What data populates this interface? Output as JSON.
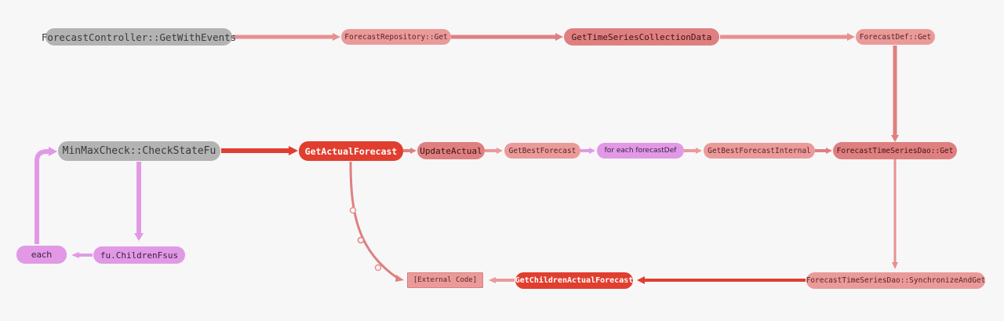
{
  "nodes": {
    "forecast_controller": "ForecastController::GetWithEvents",
    "forecast_repository": "ForecastRepository::Get",
    "get_time_series_collection_data": "GetTimeSeriesCollectionData",
    "forecast_def_get": "ForecastDef::Get",
    "minmax_check": "MinMaxCheck::CheckStateFu",
    "get_actual_forecast": "GetActualForecast",
    "update_actual": "UpdateActual",
    "get_best_forecast": "GetBestForecast",
    "for_each_forecast_def": "for each forecastDef",
    "get_best_forecast_internal": "GetBestForecastInternal",
    "forecast_time_series_dao_get": "ForecastTimeSeriesDao::Get",
    "each": "each",
    "fu_children_fsus": "fu.ChildrenFsus",
    "external_code": "[External Code]",
    "get_children_actual_forecast": "GetChildrenActualForecast",
    "forecast_time_series_dao_sync": "ForecastTimeSeriesDao::SynchronizeAndGet"
  },
  "colors": {
    "background": "#f7f7f7",
    "gray_node": "#b3b3b3",
    "light_pink": "#eb9a9a",
    "medium_pink": "#e07f80",
    "hot_red": "#e03e2f",
    "violet": "#e199e6"
  }
}
